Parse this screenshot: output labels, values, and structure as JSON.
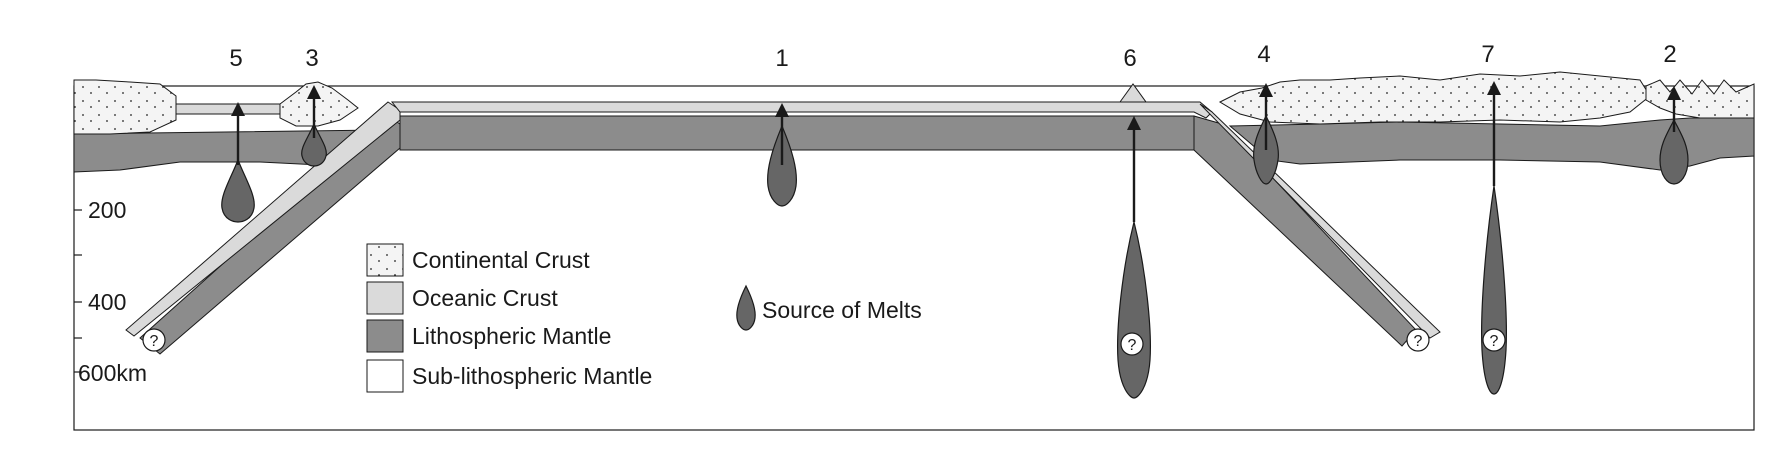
{
  "site_labels": {
    "s5": "5",
    "s3": "3",
    "s1": "1",
    "s6": "6",
    "s4": "4",
    "s7": "7",
    "s2": "2"
  },
  "depth_axis": {
    "tick_labels": [
      "200",
      "400",
      "600km"
    ]
  },
  "legend": {
    "continental_crust": "Continental Crust",
    "oceanic_crust": "Oceanic Crust",
    "lithospheric_mantle": "Lithospheric Mantle",
    "sub_lithospheric_mantle": "Sub-lithospheric Mantle",
    "source_of_melts": "Source of Melts"
  },
  "unknown_marker": "?",
  "colors": {
    "continental_crust": "#f4f4f4",
    "oceanic_crust": "#dadada",
    "lithospheric_mantle": "#8c8c8c",
    "melt_source": "#666666",
    "outline": "#1a1a1a"
  }
}
